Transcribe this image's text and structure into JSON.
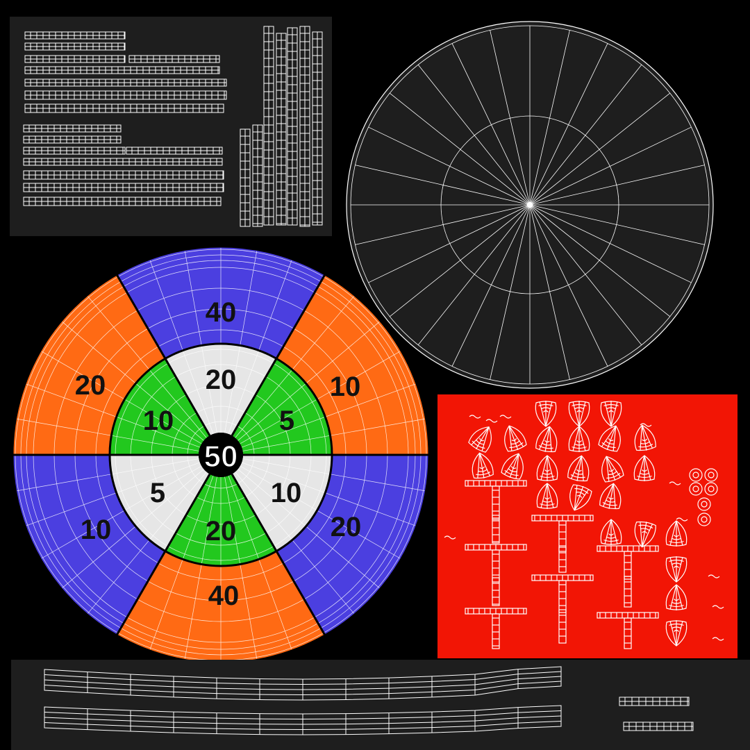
{
  "image": {
    "subject": "uv-texture-atlas",
    "background_color": "#000000"
  },
  "dartboard": {
    "colors": {
      "orange": "#FF6A14",
      "blue": "#4B3FE0",
      "green": "#22C81E",
      "white": "#E6E6E6",
      "center": "#FFFFFF",
      "outline": "#000000",
      "wire": "#FFFFFF"
    },
    "center_label": "50",
    "outer_labels": [
      "40",
      "10",
      "20",
      "40",
      "10",
      "20"
    ],
    "inner_labels": [
      "20",
      "5",
      "10",
      "20",
      "5",
      "10"
    ]
  },
  "back_disc": {
    "fill": "#1E1E1E",
    "wire": "#FFFFFF"
  },
  "red_panel": {
    "fill": "#F21505",
    "wire": "#FFFFFF"
  },
  "strip_panels": {
    "fill": "#1E1E1E",
    "wire": "#FFFFFF"
  }
}
